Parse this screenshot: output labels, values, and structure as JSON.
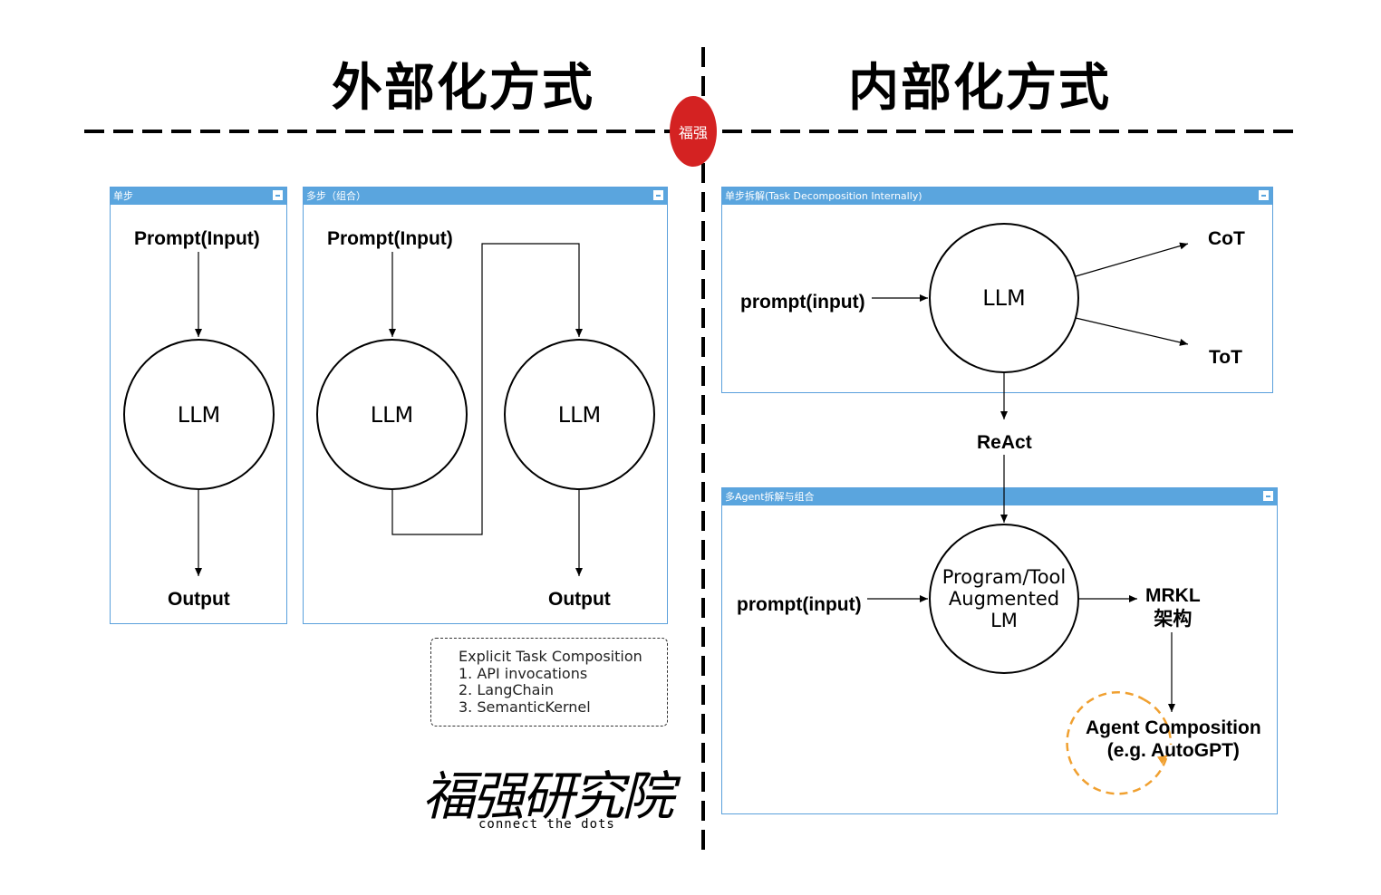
{
  "headings": {
    "left": "外部化方式",
    "right": "内部化方式"
  },
  "seal_text": "福强",
  "panels": {
    "single_step": {
      "title": "单步"
    },
    "multi_step": {
      "title": "多步（组合）"
    },
    "internal_decomp": {
      "title": "单步拆解(Task Decomposition Internally)"
    },
    "multi_agent": {
      "title": "多Agent拆解与组合"
    }
  },
  "left_single": {
    "input": "Prompt(Input)",
    "node": "LLM",
    "output": "Output"
  },
  "left_multi": {
    "input": "Prompt(Input)",
    "node1": "LLM",
    "node2": "LLM",
    "output": "Output"
  },
  "note": {
    "title": "Explicit Task Composition",
    "items": [
      "1. API invocations",
      "2. LangChain",
      "3. SemanticKernel"
    ]
  },
  "right_top": {
    "input": "prompt(input)",
    "node": "LLM",
    "out1": "CoT",
    "out2": "ToT"
  },
  "react": "ReAct",
  "right_bottom": {
    "input": "prompt(input)",
    "node_line1": "Program/Tool",
    "node_line2": "Augmented",
    "node_line3": "LM",
    "out_line1": "MRKL",
    "out_line2": "架构",
    "agent_line1": "Agent Composition",
    "agent_line2": "(e.g. AutoGPT)"
  },
  "brand": {
    "name": "福强研究院",
    "tagline": "connect the dots"
  },
  "colors": {
    "panel_border": "#5aa0dc",
    "panel_title": "#5aa5de",
    "seal": "#d42222",
    "loop_arrow": "#f0a030"
  }
}
